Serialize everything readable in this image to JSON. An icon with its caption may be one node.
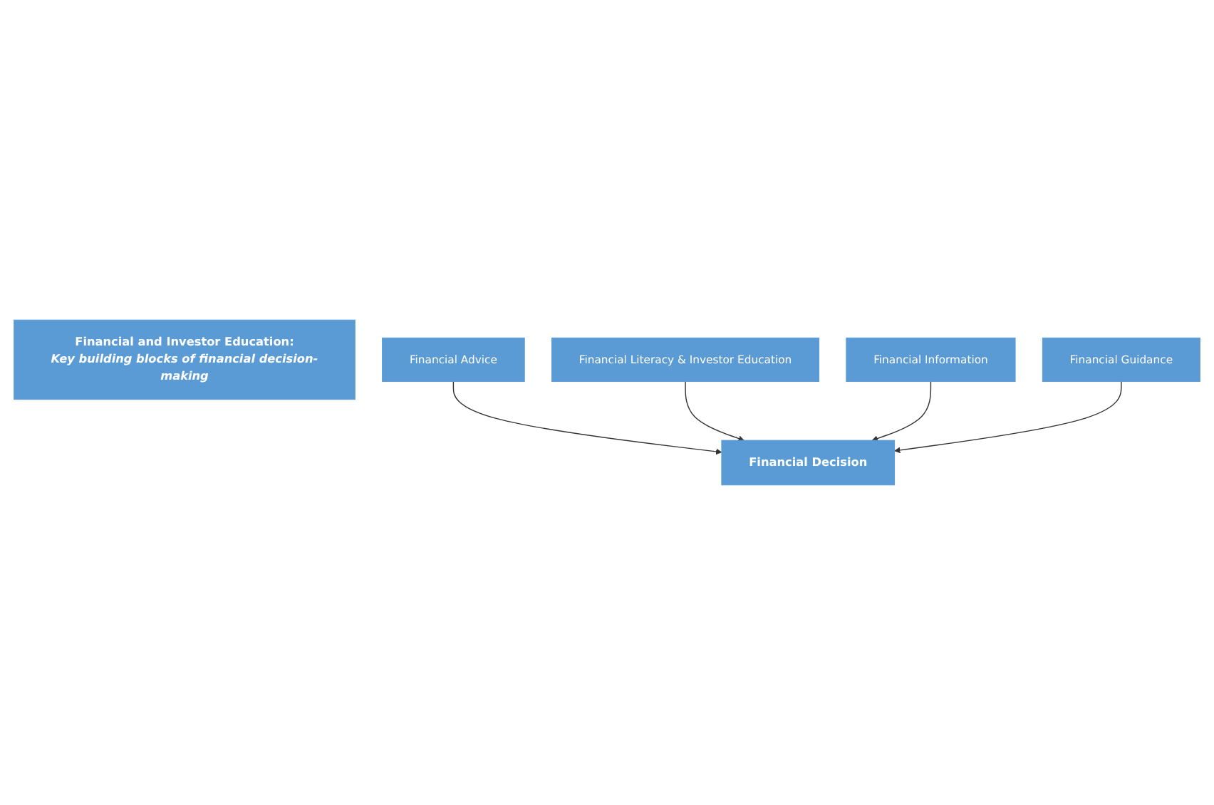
{
  "diagram": {
    "nodes": [
      {
        "text": [
          "Financial and Investor Education:",
          "Key building blocks of financial decision-making"
        ]
      },
      {
        "text": [
          "Financial Advice"
        ]
      },
      {
        "text": [
          "Financial Literacy & Investor Education"
        ]
      },
      {
        "text": [
          "Financial Decision"
        ]
      },
      {
        "text": [
          "Financial Information"
        ]
      },
      {
        "text": [
          "Financial Guidance"
        ]
      }
    ],
    "edges": [
      {
        "from": 1,
        "to": 3,
        "arrow": "to"
      },
      {
        "from": 2,
        "to": 3,
        "arrow": "to"
      },
      {
        "from": 4,
        "to": 3,
        "arrow": "to"
      },
      {
        "from": 5,
        "to": 3,
        "arrow": "to"
      }
    ]
  }
}
